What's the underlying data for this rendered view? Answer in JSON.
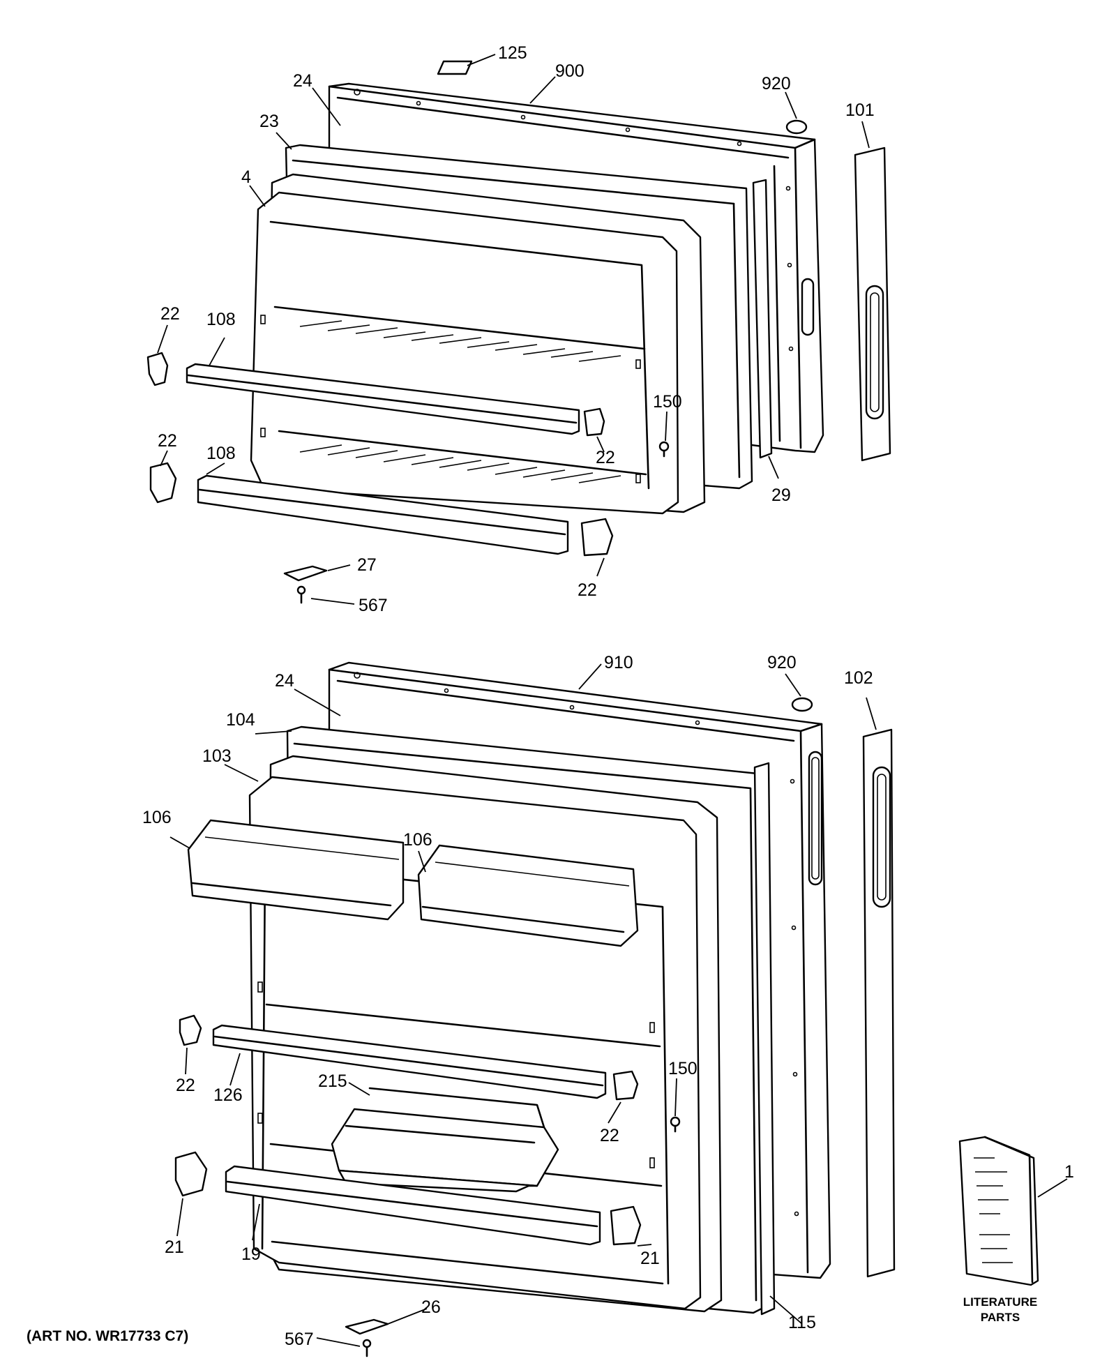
{
  "callouts": {
    "c125": "125",
    "c900": "900",
    "c24a": "24",
    "c920a": "920",
    "c101": "101",
    "c23": "23",
    "c4": "4",
    "c22a": "22",
    "c108a": "108",
    "c150a": "150",
    "c22b": "22",
    "c22c": "22",
    "c108b": "108",
    "c29": "29",
    "c22d": "22",
    "c27": "27",
    "c567a": "567",
    "c910": "910",
    "c920b": "920",
    "c24b": "24",
    "c102": "102",
    "c104": "104",
    "c103": "103",
    "c106a": "106",
    "c106b": "106",
    "c22e": "22",
    "c126": "126",
    "c215": "215",
    "c150b": "150",
    "c22f": "22",
    "c1": "1",
    "c21a": "21",
    "c19": "19",
    "c21b": "21",
    "c26": "26",
    "c567b": "567",
    "c115": "115"
  },
  "literature_label": [
    "LITERATURE",
    "PARTS"
  ],
  "art_number": "(ART NO. WR17733 C7)"
}
